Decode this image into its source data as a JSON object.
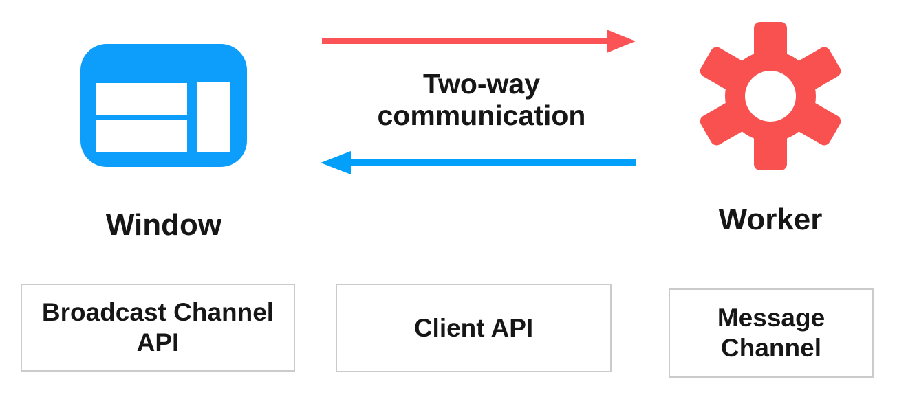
{
  "diagram": {
    "window_node": {
      "label": "Window",
      "icon": "browser-window-icon",
      "color": "#0D9DFB"
    },
    "worker_node": {
      "label": "Worker",
      "icon": "gear-icon",
      "color": "#F95150"
    },
    "communication": {
      "label": "Two-way communication",
      "to_worker_arrow": {
        "direction": "right",
        "color": "#FC5357"
      },
      "to_window_arrow": {
        "direction": "left",
        "color": "#03A0FB"
      }
    },
    "api_boxes": [
      {
        "label": "Broadcast Channel API"
      },
      {
        "label": "Client API"
      },
      {
        "label": "Message Channel"
      }
    ],
    "colors": {
      "background": "#FFFFFF",
      "text": "#161616",
      "box_border": "#CBCBCB"
    }
  }
}
